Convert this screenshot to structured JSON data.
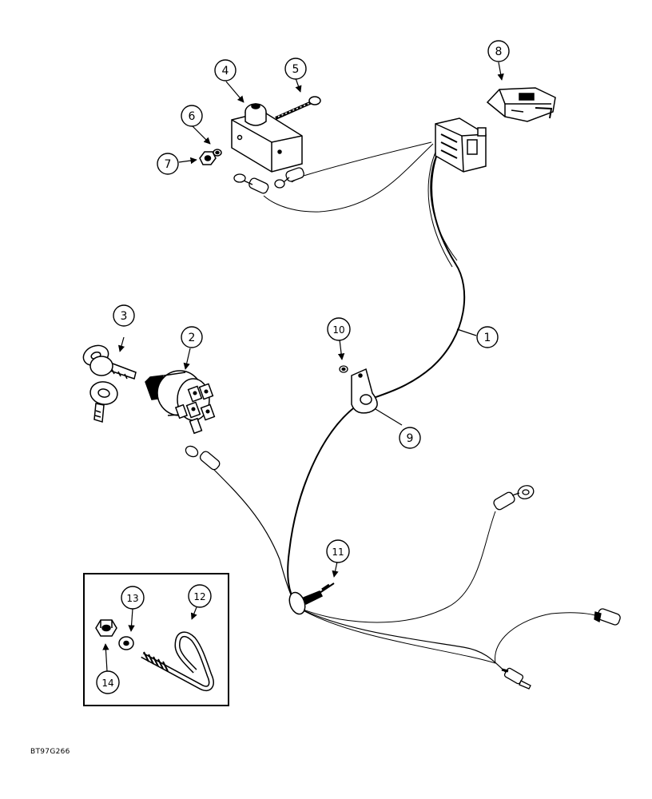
{
  "callouts": {
    "c1": "1",
    "c2": "2",
    "c3": "3",
    "c4": "4",
    "c5": "5",
    "c6": "6",
    "c7": "7",
    "c8": "8",
    "c9": "9",
    "c10": "10",
    "c11": "11",
    "c12": "12",
    "c13": "13",
    "c14": "14"
  },
  "figure_id": "BT97G266"
}
